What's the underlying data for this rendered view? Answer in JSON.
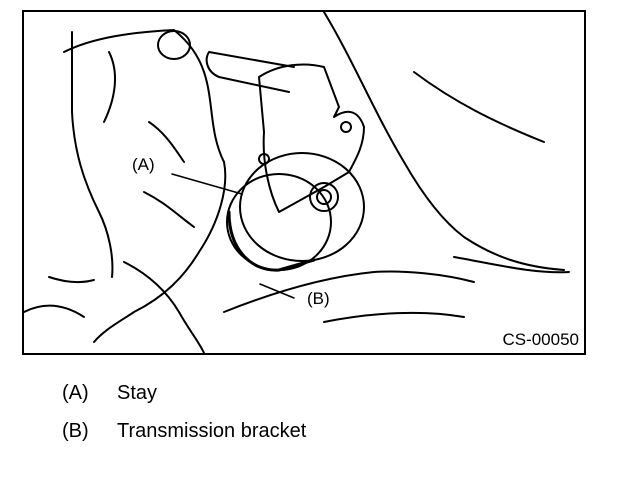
{
  "figure": {
    "code": "CS-00050",
    "callouts": [
      {
        "key": "(A)"
      },
      {
        "key": "(B)"
      }
    ]
  },
  "legend": {
    "items": [
      {
        "key": "(A)",
        "text": "Stay"
      },
      {
        "key": "(B)",
        "text": "Transmission bracket"
      }
    ]
  }
}
